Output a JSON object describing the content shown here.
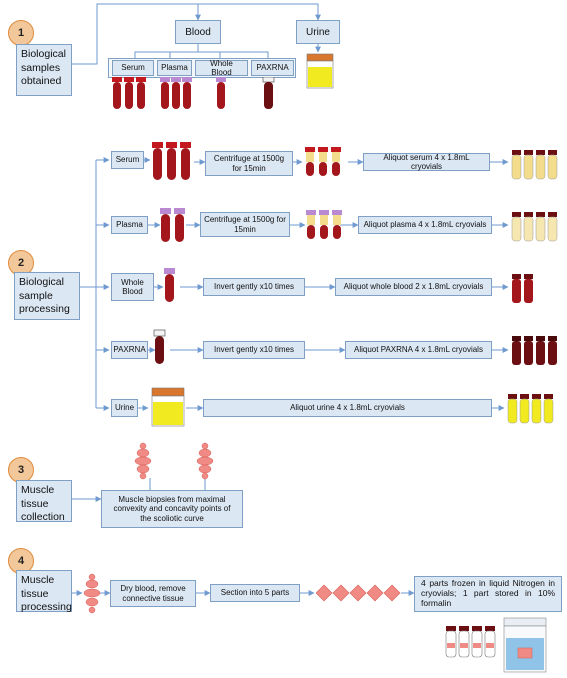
{
  "stage1": {
    "num": "1",
    "label": "Biological samples obtained"
  },
  "blood": "Blood",
  "urine": "Urine",
  "sample_types": {
    "serum": "Serum",
    "plasma": "Plasma",
    "whole_blood": "Whole Blood",
    "paxrna": "PAXRNA"
  },
  "stage2": {
    "num": "2",
    "label": "Biological sample processing",
    "rows": {
      "serum": {
        "name": "Serum",
        "step1": "Centrifuge at 1500g for 15min",
        "step2": "Aliquot serum 4 x 1.8mL cryovials"
      },
      "plasma": {
        "name": "Plasma",
        "step1": "Centrifuge at 1500g for 15min",
        "step2": "Aliquot plasma 4 x 1.8mL cryovials"
      },
      "whole_blood": {
        "name": "Whole Blood",
        "step1": "Invert gently x10 times",
        "step2": "Aliquot whole blood 2 x 1.8mL cryovials"
      },
      "paxrna": {
        "name": "PAXRNA",
        "step1": "Invert gently x10 times",
        "step2": "Aliquot PAXRNA 4 x 1.8mL cryovials"
      },
      "urine": {
        "name": "Urine",
        "step1": "Aliquot urine 4 x 1.8mL cryovials"
      }
    }
  },
  "stage3": {
    "num": "3",
    "label": "Muscle tissue collection",
    "description": "Muscle biopsies from maximal convexity and concavity points of the scoliotic curve"
  },
  "stage4": {
    "num": "4",
    "label": "Muscle tissue processing",
    "step1": "Dry blood, remove connective tissue",
    "step2": "Section into 5 parts",
    "step3": "4 parts frozen in liquid Nitrogen in cryovials; 1 part stored in 10% formalin"
  },
  "colors": {
    "box_fill": "#dbe7f3",
    "box_border": "#7f9fc4",
    "circle_fill": "#f2c89a",
    "circle_border": "#e08a3a",
    "blood_red": "#a3161b",
    "serum_yellow": "#f3dc8c",
    "urine_yellow": "#f2ea20",
    "urine_cap": "#d9772e",
    "tissue_pink": "#f08a84",
    "arrow": "#6f9ad0"
  }
}
